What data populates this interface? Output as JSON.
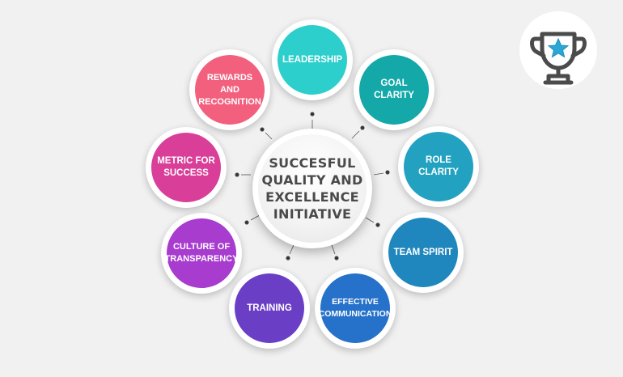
{
  "center": {
    "title": "SUCCESFUL\nQUALITY AND\nEXCELLENCE\nINITIATIVE"
  },
  "nodes": [
    {
      "id": "leadership",
      "label": "LEADERSHIP",
      "color": "#2ccfcc"
    },
    {
      "id": "goal-clarity",
      "label": "GOAL CLARITY",
      "color": "#14a8a9"
    },
    {
      "id": "role-clarity",
      "label": "ROLE CLARITY",
      "color": "#22a2c0"
    },
    {
      "id": "team-spirit",
      "label": "TEAM SPIRIT",
      "color": "#1f87bd"
    },
    {
      "id": "effective-communication",
      "label": "EFFECTIVE\nCOMMUNICATION",
      "color": "#2671c9"
    },
    {
      "id": "training",
      "label": "TRAINING",
      "color": "#6a3fc6"
    },
    {
      "id": "culture-of-transparency",
      "label": "CULTURE OF\nTRANSPARENCY",
      "color": "#a73ccf"
    },
    {
      "id": "metric-for-success",
      "label": "METRIC FOR\nSUCCESS",
      "color": "#d93f98"
    },
    {
      "id": "rewards-and-recognition",
      "label": "REWARDS AND\nRECOGNITION",
      "color": "#f2607e"
    }
  ],
  "badge": {
    "icon": "trophy-star-icon",
    "accent": "#2aa7d6",
    "stroke": "#4b4b4b"
  }
}
